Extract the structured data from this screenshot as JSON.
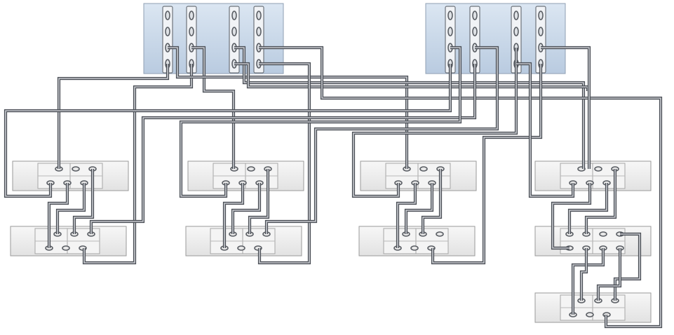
{
  "diagram": {
    "description_visible_text": "",
    "controllers": [
      {
        "id": "controller-1",
        "hba_count": 4,
        "ports_per_hba": 4
      },
      {
        "id": "controller-2",
        "hba_count": 4,
        "ports_per_hba": 4
      }
    ],
    "storage_chains": [
      {
        "id": "chain-1",
        "shelves": 2
      },
      {
        "id": "chain-2",
        "shelves": 2
      },
      {
        "id": "chain-3",
        "shelves": 2
      },
      {
        "id": "chain-4",
        "shelves": 3
      }
    ],
    "colors": {
      "controller_fill": "#c9d8ea",
      "controller_border": "#8f9fb3",
      "shelf_fill": "#eeeeee",
      "shelf_border": "#9a9a9a",
      "cable_outer": "#4a4e55",
      "cable_inner": "#c9ccd1",
      "port": "#5a5e64"
    }
  }
}
